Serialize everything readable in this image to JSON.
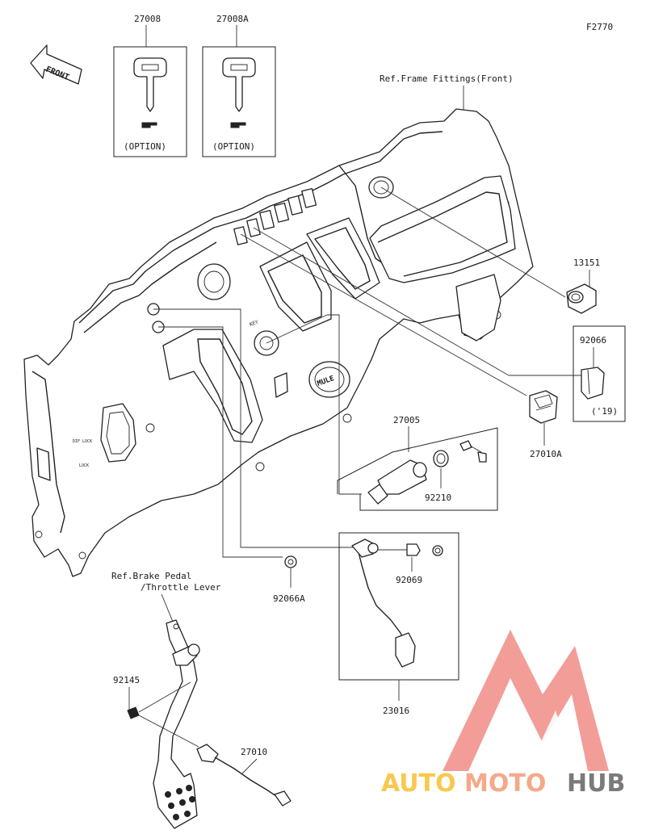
{
  "figure_code": "F2770",
  "front_arrow_label": "FRONT",
  "references": {
    "frame": "Ref.Frame Fittings(Front)",
    "brake_line1": "Ref.Brake Pedal",
    "brake_line2": "/Throttle Lever"
  },
  "parts": {
    "p27008": "27008",
    "p27008A": "27008A",
    "option": "(OPTION)",
    "p13151": "13151",
    "p92066": "92066",
    "year19": "('19)",
    "p27005": "27005",
    "p27010A": "27010A",
    "p92210": "92210",
    "p92066A": "92066A",
    "p92069": "92069",
    "p23016": "23016",
    "p92145": "92145",
    "p27010": "27010"
  },
  "dash_marks": {
    "brand_cap": "MULE",
    "key_cap": "KEY",
    "dif_lock": "DIF LOCK",
    "lock": "LOCK"
  },
  "watermark": {
    "part1": "AUTO",
    "part2": "MOTO",
    "part3": "HUB",
    "color_primary": "#f4a98a",
    "color_secondary": "#f9c84e",
    "color_logo": "#f08c86",
    "color_dark": "#7a7a7a"
  }
}
